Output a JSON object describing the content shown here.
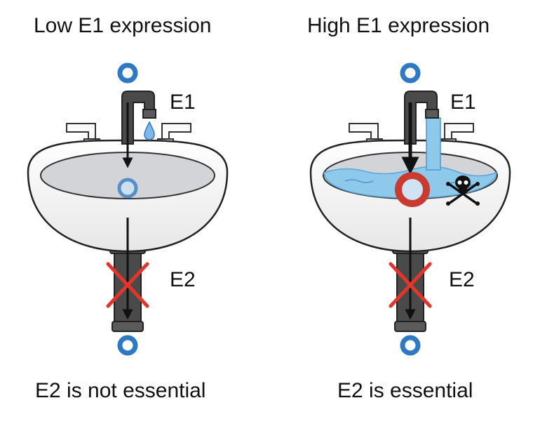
{
  "panels": [
    {
      "title": "Low E1 expression",
      "tap_label": "E1",
      "drain_label": "E2",
      "conclusion": "E2 is not essential",
      "state": "drain open, basin empty"
    },
    {
      "title": "High E1 expression",
      "tap_label": "E1",
      "drain_label": "E2",
      "conclusion": "E2 is essential",
      "state": "drain blocked, basin filled",
      "hazard_icon": "skull-crossbones-icon"
    }
  ],
  "colors": {
    "pipe": "#4a4a4a",
    "sink": "#f4f4f4",
    "sink_outline": "#222222",
    "water": "#8ec9ec",
    "node_ring": "#2f78c4",
    "block_ring": "#c93a2f",
    "cross": "#e2352b"
  }
}
